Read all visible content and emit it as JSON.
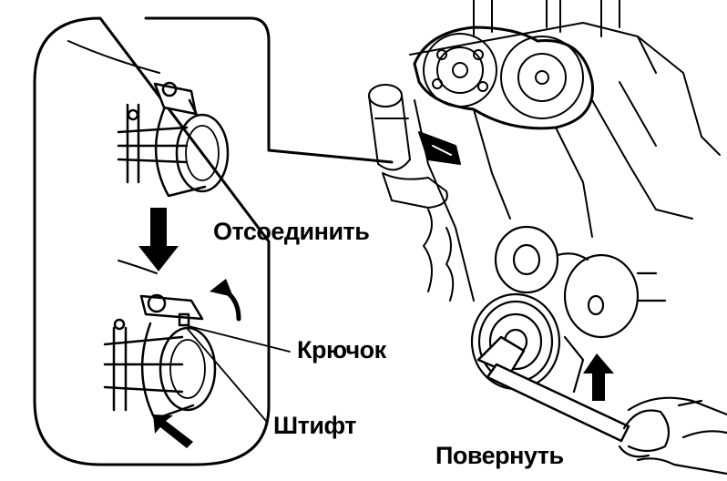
{
  "labels": {
    "disconnect": "Отсоединить",
    "hook": "Крючок",
    "pin": "Штифт",
    "turn": "Повернуть"
  },
  "colors": {
    "ink": "#000000",
    "paper": "#ffffff"
  },
  "icons": {
    "down": "arrow-down-icon",
    "curved": "curved-arrow-icon",
    "diagonal": "diagonal-arrow-icon",
    "up": "arrow-up-icon"
  }
}
